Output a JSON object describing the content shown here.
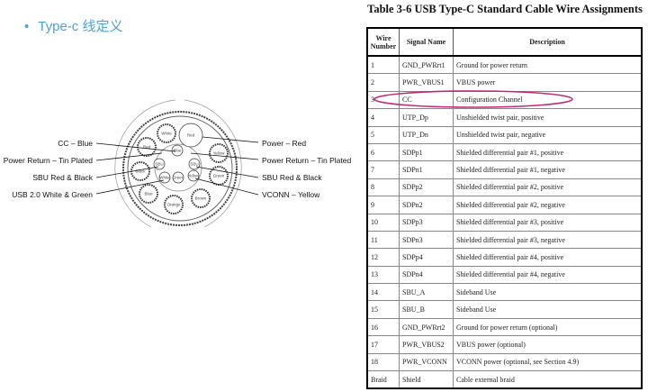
{
  "heading": {
    "bullet": "•",
    "text": "Type-c 线定义"
  },
  "diagram": {
    "left_labels": [
      "CC – Blue",
      "Power Return – Tin Plated",
      "SBU Red & Black",
      "USB 2.0 White & Green"
    ],
    "right_labels": [
      "Power – Red",
      "Power Return – Tin Plated",
      "SBU Red & Black",
      "VCONN – Yellow"
    ],
    "wire_labels": [
      "White",
      "Red",
      "Red",
      "Yellow",
      "Black",
      "Green",
      "Blue",
      "Orange",
      "Brown",
      "Blue",
      "SBU",
      "SBU",
      "White",
      "Green",
      "Yellow"
    ]
  },
  "table": {
    "title": "Table 3-6  USB Type-C Standard Cable Wire Assignments",
    "headers": [
      "Wire Number",
      "Signal Name",
      "Description"
    ],
    "rows": [
      [
        "1",
        "GND_PWRrt1",
        "Ground for power return"
      ],
      [
        "2",
        "PWR_VBUS1",
        "VBUS power"
      ],
      [
        "3",
        "CC",
        "Configuration Channel"
      ],
      [
        "4",
        "UTP_Dp",
        "Unshielded twist pair, positive"
      ],
      [
        "5",
        "UTP_Dn",
        "Unshielded twist pair, negative"
      ],
      [
        "6",
        "SDPp1",
        "Shielded differential pair #1, positive"
      ],
      [
        "7",
        "SDPn1",
        "Shielded differential pair #1, negative"
      ],
      [
        "8",
        "SDPp2",
        "Shielded differential pair #2, positive"
      ],
      [
        "9",
        "SDPn2",
        "Shielded differential pair #2, negative"
      ],
      [
        "10",
        "SDPp3",
        "Shielded differential pair #3, positive"
      ],
      [
        "11",
        "SDPn3",
        "Shielded differential pair #3, negative"
      ],
      [
        "12",
        "SDPp4",
        "Shielded differential pair #4, positive"
      ],
      [
        "13",
        "SDPn4",
        "Shielded differential pair #4, negative"
      ],
      [
        "14",
        "SBU_A",
        "Sideband Use"
      ],
      [
        "15",
        "SBU_B",
        "Sideband Use"
      ],
      [
        "16",
        "GND_PWRrt2",
        "Ground for power return (optional)"
      ],
      [
        "17",
        "PWR_VBUS2",
        "VBUS power (optional)"
      ],
      [
        "18",
        "PWR_VCONN",
        "VCONN power (optional, see Section 4.9)"
      ],
      [
        "Braid",
        "Shield",
        "Cable external braid"
      ]
    ],
    "highlight_color": "#c0287a"
  }
}
